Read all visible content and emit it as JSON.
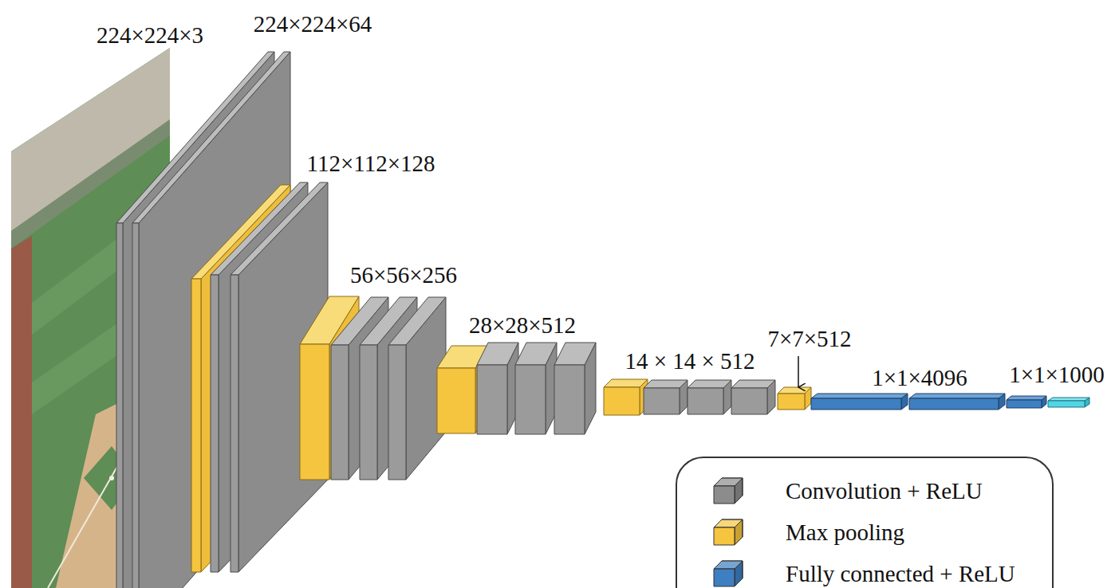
{
  "diagram": {
    "labels": [
      "224×224×3",
      "224×224×64",
      "112×112×128",
      "56×56×256",
      "28×28×512",
      "14 × 14 × 512",
      "7×7×512",
      "1×1×4096",
      "1×1×1000"
    ],
    "legend": [
      {
        "text": "Convolution + ReLU",
        "color": "#8c8c8c"
      },
      {
        "text": "Max pooling",
        "color": "#f5c540"
      },
      {
        "text": "Fully connected + ReLU",
        "color": "#3d7fc1"
      }
    ]
  }
}
